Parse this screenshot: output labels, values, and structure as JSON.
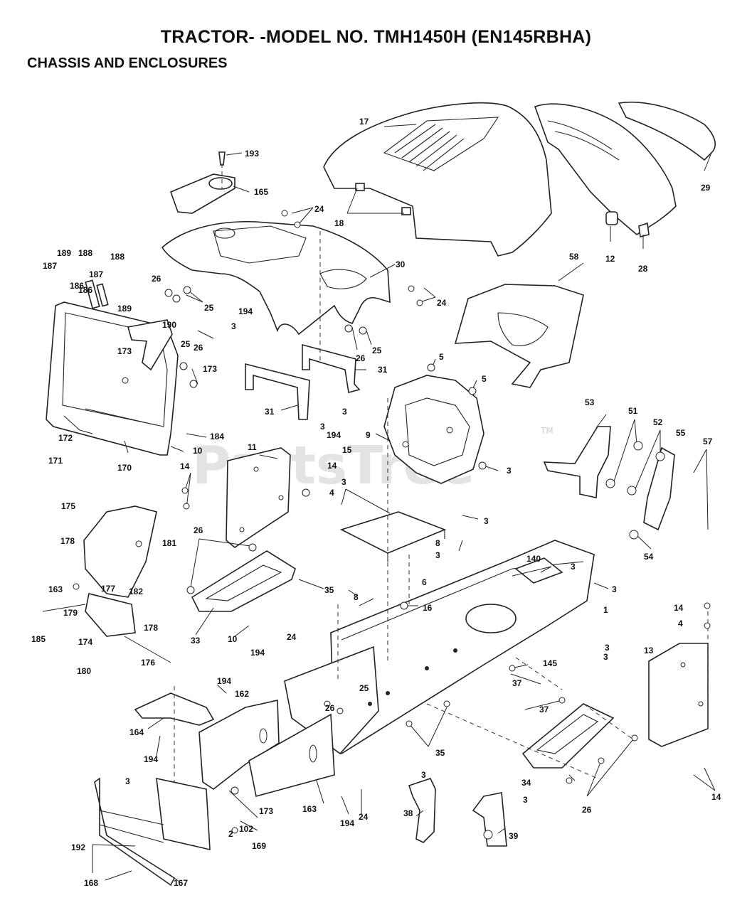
{
  "title": "TRACTOR- -MODEL NO. TMH1450H (EN145RBHA)",
  "section": "CHASSIS AND ENCLOSURES",
  "watermark": {
    "text": "PartsTree",
    "tm": "TM"
  },
  "callouts": [
    "193",
    "165",
    "17",
    "18",
    "29",
    "12",
    "28",
    "24",
    "30",
    "26",
    "25",
    "24",
    "58",
    "189",
    "188",
    "188",
    "187",
    "187",
    "186",
    "186",
    "189",
    "190",
    "173",
    "25",
    "26",
    "173",
    "194",
    "3",
    "26",
    "25",
    "31",
    "31",
    "3",
    "3",
    "194",
    "5",
    "5",
    "9",
    "15",
    "3",
    "184",
    "10",
    "172",
    "171",
    "170",
    "11",
    "14",
    "14",
    "4",
    "3",
    "3",
    "53",
    "51",
    "52",
    "55",
    "57",
    "54",
    "175",
    "178",
    "181",
    "163",
    "177",
    "182",
    "179",
    "174",
    "178",
    "185",
    "180",
    "176",
    "26",
    "35",
    "33",
    "10",
    "8",
    "8",
    "6",
    "16",
    "3",
    "3",
    "140",
    "3",
    "1",
    "3",
    "3",
    "14",
    "4",
    "13",
    "145",
    "37",
    "37",
    "24",
    "194",
    "194",
    "25",
    "26",
    "162",
    "164",
    "194",
    "35",
    "34",
    "26",
    "14",
    "3",
    "38",
    "3",
    "39",
    "173",
    "102",
    "163",
    "194",
    "24",
    "3",
    "2",
    "169",
    "192",
    "168",
    "167"
  ]
}
